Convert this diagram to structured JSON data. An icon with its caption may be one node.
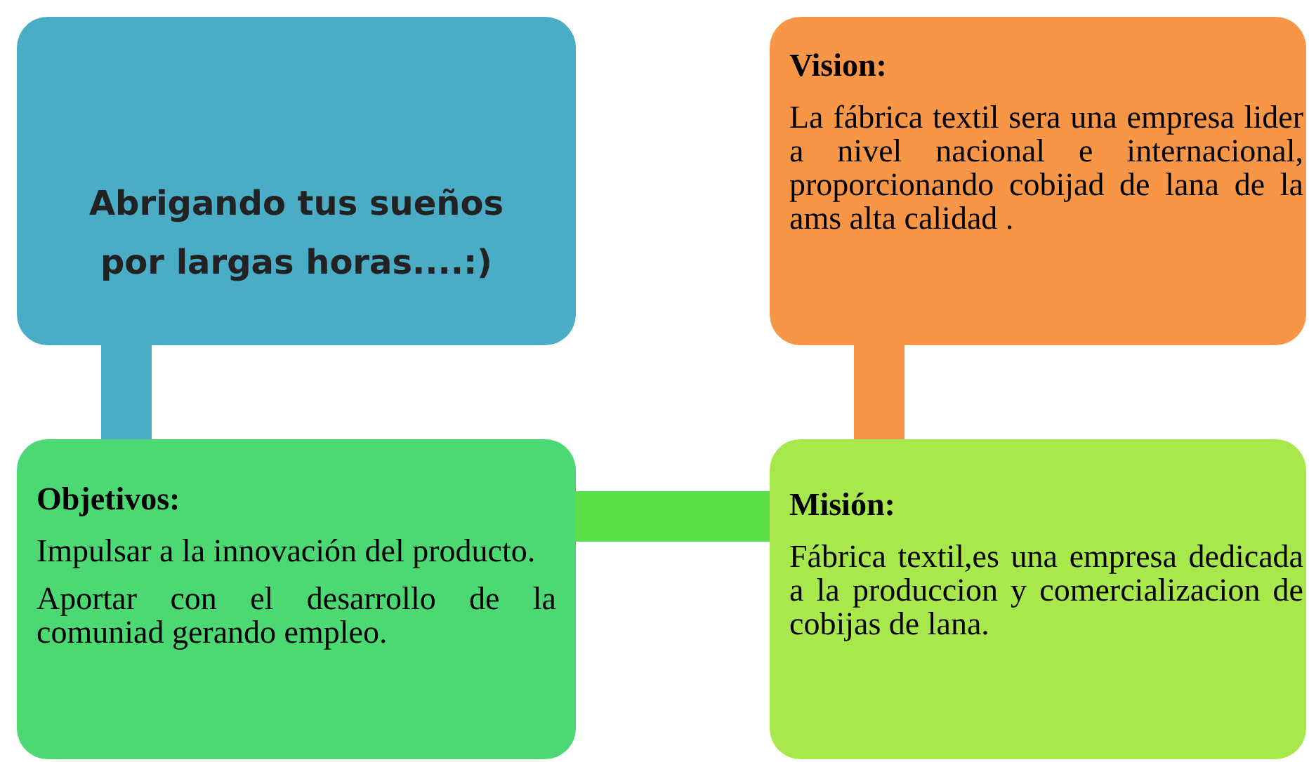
{
  "diagram": {
    "nodes": [
      {
        "text": [
          "Abrigando tus sueños por largas horas....:)"
        ]
      },
      {
        "text": [
          "Vision:",
          "La fábrica textil sera una empresa lider a nivel nacional e internacional, proporcionando cobijad de lana de la ams alta calidad ."
        ]
      },
      {
        "text": [
          "Objetivos:",
          "Impulsar a la innovación del producto.",
          "Aportar con el desarrollo de la comuniad gerando empleo."
        ]
      },
      {
        "text": [
          "Misión:",
          "Fábrica textil,es una empresa dedicada a la produccion y comercializacion de cobijas de lana."
        ]
      }
    ],
    "edges": [
      {
        "from": 0,
        "to": 2,
        "arrow": "none",
        "color": "#4bacc6"
      },
      {
        "from": 1,
        "to": 3,
        "arrow": "none",
        "color": "#f79646"
      },
      {
        "from": 2,
        "to": 3,
        "arrow": "none",
        "color": "#5ce04a"
      }
    ]
  }
}
